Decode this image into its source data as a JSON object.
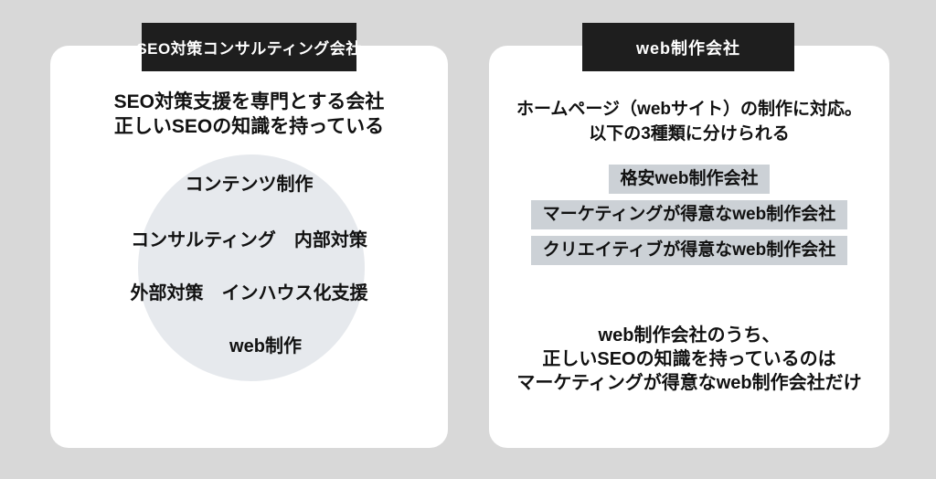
{
  "colors": {
    "page_background": "#d8d8d8",
    "card_background": "#ffffff",
    "badge_background": "#1e1e1e",
    "badge_text": "#ffffff",
    "circle_fill": "#e6e9ed",
    "type_label_background": "#ccd1d6",
    "text": "#111111"
  },
  "left_card": {
    "badge": "SEO対策コンサルティング会社",
    "description_lines": [
      "SEO対策支援を専門とする会社",
      "正しいSEOの知識を持っている"
    ],
    "circle_rows": [
      "コンテンツ制作",
      "コンサルティング　内部対策",
      "外部対策　インハウス化支援",
      "web制作"
    ]
  },
  "right_card": {
    "badge": "web制作会社",
    "description_lines": [
      "ホームページ（webサイト）の制作に対応。",
      "以下の3種類に分けられる"
    ],
    "types": [
      "格安web制作会社",
      "マーケティングが得意なweb制作会社",
      "クリエイティブが得意なweb制作会社"
    ],
    "note_lines": [
      "web制作会社のうち、",
      "正しいSEOの知識を持っているのは",
      "マーケティングが得意なweb制作会社だけ"
    ]
  }
}
